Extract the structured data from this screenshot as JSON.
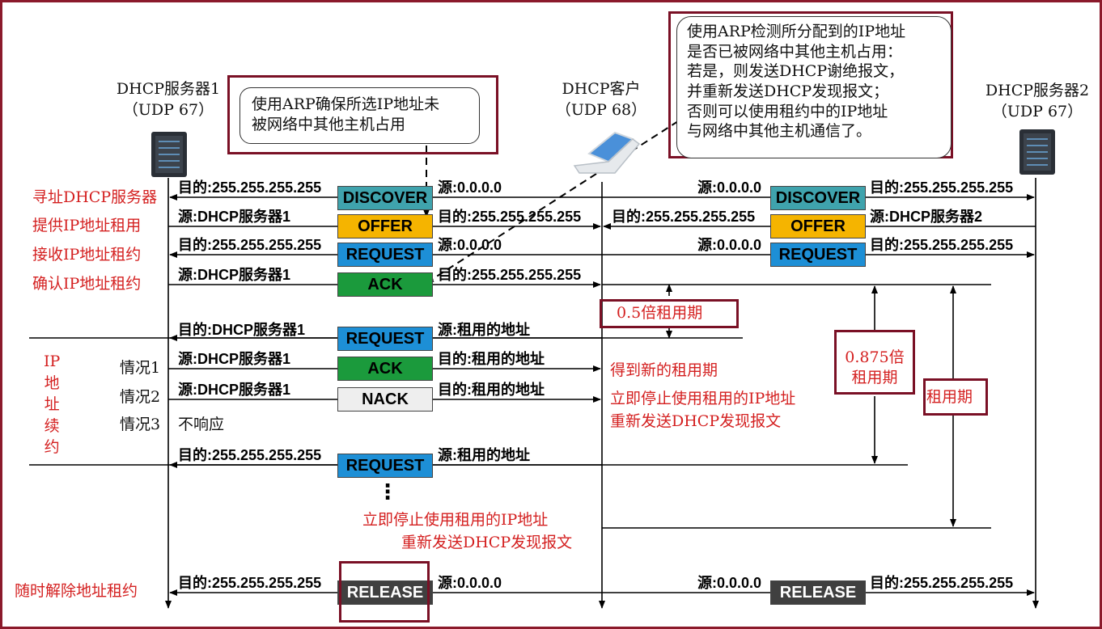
{
  "entities": {
    "server1": {
      "name": "DHCP服务器1",
      "port": "（UDP 67）"
    },
    "client": {
      "name": "DHCP客户",
      "port": "（UDP 68）"
    },
    "server2": {
      "name": "DHCP服务器2",
      "port": "（UDP 67）"
    }
  },
  "steps": {
    "discover": "寻址DHCP服务器",
    "offer": "提供IP地址租用",
    "request": "接收IP地址租约",
    "ack": "确认IP地址租约",
    "renew_v": [
      "IP",
      "地",
      "址",
      "续",
      "约"
    ],
    "release": "随时解除地址租约"
  },
  "packets": {
    "discover": "DISCOVER",
    "offer": "OFFER",
    "request": "REQUEST",
    "ack": "ACK",
    "nack": "NACK",
    "release": "RELEASE",
    "ellipsis": "⋮"
  },
  "fields": {
    "dst_broadcast": "目的:255.255.255.255",
    "src_zero": "源:0.0.0.0",
    "src_server1": "源:DHCP服务器1",
    "src_server2": "源:DHCP服务器2",
    "dst_server1": "目的:DHCP服务器1",
    "src_leased": "源:租用的地址",
    "dst_leased": "目的:租用的地址"
  },
  "cases": {
    "case1": "情况1",
    "case2": "情况2",
    "case3": "情况3",
    "no_response": "不响应"
  },
  "notes": {
    "arp_server": [
      "使用ARP确保所选IP地址未",
      "被网络中其他主机占用"
    ],
    "arp_client": [
      "使用ARP检测所分配到的IP地址",
      "是否已被网络中其他主机占用：",
      "若是，则发送DHCP谢绝报文，",
      "并重新发送DHCP发现报文；",
      "否则可以使用租约中的IP地址",
      "与网络中其他主机通信了。"
    ],
    "half_lease": "0.5倍租用期",
    "lease_875": [
      "0.875倍",
      "租用期"
    ],
    "lease": "租用期",
    "new_lease": "得到新的租用期",
    "stop_use": "立即停止使用租用的IP地址",
    "rediscover": "重新发送DHCP发现报文",
    "stop_use2": "立即停止使用租用的IP地址",
    "rediscover2": "重新发送DHCP发现报文"
  },
  "colors": {
    "discover": "#3fa3ad",
    "offer": "#f5b400",
    "request": "#1d8fd6",
    "ack": "#1b9a3c",
    "nack": "#eeeeee",
    "release": "#404040",
    "step_text": "#d42020",
    "frame": "#8b1a2b"
  }
}
